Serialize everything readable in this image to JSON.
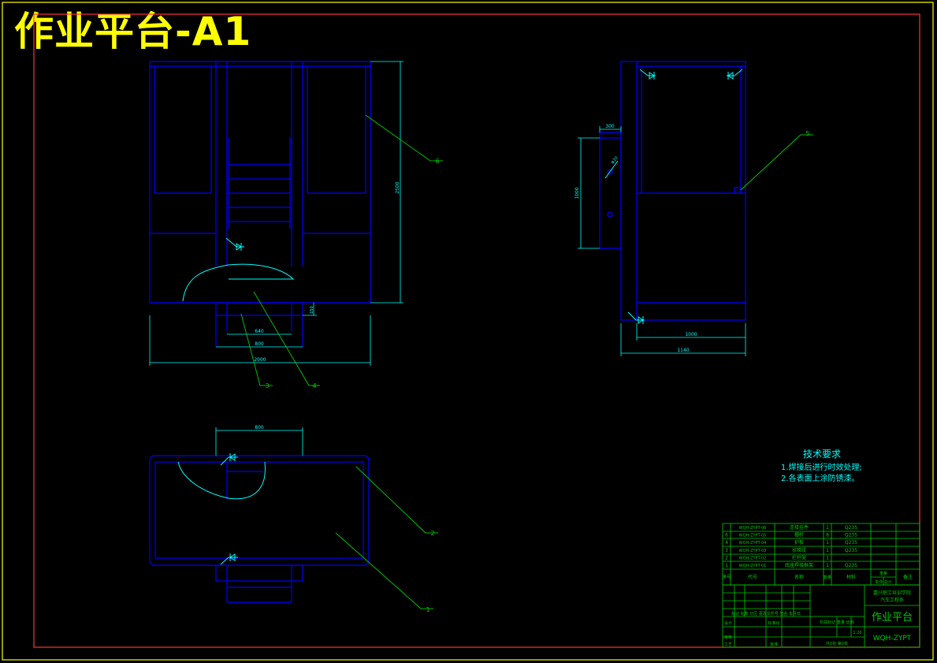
{
  "sheet_title": "作业平台-A1",
  "colors": {
    "outer_frame": "#ffff00",
    "inner_frame": "#ff3333",
    "geometry": "#0000ff",
    "dimension": "#00ffff",
    "leader": "#00cc00",
    "notes": "#00ffff",
    "table_line": "#00cc00"
  },
  "dimensions": {
    "front_overall_width": "2000",
    "front_overall_height": "2500",
    "front_stair_width": "640",
    "front_stair_opening": "800",
    "front_step_height": "150",
    "side_bracket_width": "300",
    "side_bracket_height": "1000",
    "side_hole": "Φ20",
    "side_inner_width": "1000",
    "side_overall_width": "1140",
    "top_opening": "800"
  },
  "balloons": {
    "front_6": "6",
    "front_3": "3",
    "front_4": "4",
    "side_5": "5",
    "top_2": "2",
    "top_1": "1"
  },
  "notes": {
    "heading": "技术要求",
    "line1": "1.焊接后进行时效处理;",
    "line2": "2.各表面上涂防锈漆。"
  },
  "bom": {
    "rows": [
      {
        "no": "",
        "code": "WQH-ZYPT-06",
        "name": "连接挂件",
        "qty": "1",
        "material": "Q235"
      },
      {
        "no": "6",
        "code": "WQH-ZYPT-05",
        "name": "栅杆",
        "qty": "8",
        "material": "Q235"
      },
      {
        "no": "4",
        "code": "WQH-ZYPT-04",
        "name": "护板",
        "qty": "1",
        "material": "Q235"
      },
      {
        "no": "3",
        "code": "WQH-ZYPT-03",
        "name": "扶梯段",
        "qty": "1",
        "material": "Q235"
      },
      {
        "no": "2",
        "code": "WQH-ZYPT-02",
        "name": "栏杆架",
        "qty": "1",
        "material": ""
      },
      {
        "no": "1",
        "code": "WQH-ZYPT-01",
        "name": "底座焊接框架",
        "qty": "1",
        "material": "Q235"
      }
    ],
    "header": {
      "no": "序号",
      "code": "代号",
      "name": "名称",
      "qty": "数量",
      "material": "材料",
      "unit": "单件 总计",
      "weight": "重量",
      "remark": "备注"
    }
  },
  "title_block": {
    "school": "嘉兴职工培训学院",
    "department": "汽车工程系",
    "drawing_name": "作业平台",
    "drawing_code": "WQH-ZYPT",
    "mark_labels": "标记 处数 分区 更改文件号 签名 年月日",
    "stage_labels": "阶段标记 重量 比例",
    "scale": "1:20",
    "sheets": "共0张  第0张",
    "row_design": "设计",
    "row_standard": "标准化",
    "row_review": "审核",
    "row_process": "工艺",
    "row_approve": "批准"
  }
}
